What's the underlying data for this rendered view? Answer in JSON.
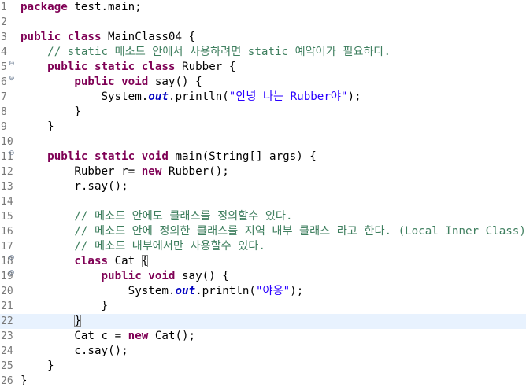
{
  "editor": {
    "language": "java",
    "current_line": 22,
    "lines": [
      {
        "num": "1",
        "fold": false,
        "tokens": [
          {
            "t": "kw",
            "v": "package"
          },
          {
            "t": "txt",
            "v": " test.main;"
          }
        ]
      },
      {
        "num": "2",
        "fold": false,
        "tokens": []
      },
      {
        "num": "3",
        "fold": false,
        "tokens": [
          {
            "t": "kw",
            "v": "public"
          },
          {
            "t": "txt",
            "v": " "
          },
          {
            "t": "kw",
            "v": "class"
          },
          {
            "t": "txt",
            "v": " MainClass04 {"
          }
        ]
      },
      {
        "num": "4",
        "fold": false,
        "tokens": [
          {
            "t": "txt",
            "v": "    "
          },
          {
            "t": "cm",
            "v": "// static 메소드 안에서 사용하려면 static 예약어가 필요하다."
          }
        ]
      },
      {
        "num": "5",
        "fold": true,
        "tokens": [
          {
            "t": "txt",
            "v": "    "
          },
          {
            "t": "kw",
            "v": "public"
          },
          {
            "t": "txt",
            "v": " "
          },
          {
            "t": "kw",
            "v": "static"
          },
          {
            "t": "txt",
            "v": " "
          },
          {
            "t": "kw",
            "v": "class"
          },
          {
            "t": "txt",
            "v": " Rubber {"
          }
        ]
      },
      {
        "num": "6",
        "fold": true,
        "tokens": [
          {
            "t": "txt",
            "v": "        "
          },
          {
            "t": "kw",
            "v": "public"
          },
          {
            "t": "txt",
            "v": " "
          },
          {
            "t": "kw",
            "v": "void"
          },
          {
            "t": "txt",
            "v": " say() {"
          }
        ]
      },
      {
        "num": "7",
        "fold": false,
        "tokens": [
          {
            "t": "txt",
            "v": "            System."
          },
          {
            "t": "fld",
            "v": "out"
          },
          {
            "t": "txt",
            "v": ".println("
          },
          {
            "t": "str",
            "v": "\"안녕 나는 Rubber야\""
          },
          {
            "t": "txt",
            "v": ");"
          }
        ]
      },
      {
        "num": "8",
        "fold": false,
        "tokens": [
          {
            "t": "txt",
            "v": "        }"
          }
        ]
      },
      {
        "num": "9",
        "fold": false,
        "tokens": [
          {
            "t": "txt",
            "v": "    }"
          }
        ]
      },
      {
        "num": "10",
        "fold": false,
        "tokens": []
      },
      {
        "num": "11",
        "fold": true,
        "tokens": [
          {
            "t": "txt",
            "v": "    "
          },
          {
            "t": "kw",
            "v": "public"
          },
          {
            "t": "txt",
            "v": " "
          },
          {
            "t": "kw",
            "v": "static"
          },
          {
            "t": "txt",
            "v": " "
          },
          {
            "t": "kw",
            "v": "void"
          },
          {
            "t": "txt",
            "v": " main(String[] args) {"
          }
        ]
      },
      {
        "num": "12",
        "fold": false,
        "tokens": [
          {
            "t": "txt",
            "v": "        Rubber r= "
          },
          {
            "t": "kw",
            "v": "new"
          },
          {
            "t": "txt",
            "v": " Rubber();"
          }
        ]
      },
      {
        "num": "13",
        "fold": false,
        "tokens": [
          {
            "t": "txt",
            "v": "        r.say();"
          }
        ]
      },
      {
        "num": "14",
        "fold": false,
        "tokens": []
      },
      {
        "num": "15",
        "fold": false,
        "tokens": [
          {
            "t": "txt",
            "v": "        "
          },
          {
            "t": "cm",
            "v": "// 메소드 안에도 클래스를 정의할수 있다."
          }
        ]
      },
      {
        "num": "16",
        "fold": false,
        "tokens": [
          {
            "t": "txt",
            "v": "        "
          },
          {
            "t": "cm",
            "v": "// 메소드 안에 정의한 클래스를 지역 내부 클래스 라고 한다. (Local Inner Class)"
          }
        ]
      },
      {
        "num": "17",
        "fold": false,
        "tokens": [
          {
            "t": "txt",
            "v": "        "
          },
          {
            "t": "cm",
            "v": "// 메소드 내부에서만 사용할수 있다."
          }
        ]
      },
      {
        "num": "18",
        "fold": true,
        "tokens": [
          {
            "t": "txt",
            "v": "        "
          },
          {
            "t": "kw",
            "v": "class"
          },
          {
            "t": "txt",
            "v": " Cat "
          },
          {
            "t": "br",
            "v": "{"
          }
        ]
      },
      {
        "num": "19",
        "fold": true,
        "tokens": [
          {
            "t": "txt",
            "v": "            "
          },
          {
            "t": "kw",
            "v": "public"
          },
          {
            "t": "txt",
            "v": " "
          },
          {
            "t": "kw",
            "v": "void"
          },
          {
            "t": "txt",
            "v": " say() {"
          }
        ]
      },
      {
        "num": "20",
        "fold": false,
        "tokens": [
          {
            "t": "txt",
            "v": "                System."
          },
          {
            "t": "fld",
            "v": "out"
          },
          {
            "t": "txt",
            "v": ".println("
          },
          {
            "t": "str",
            "v": "\"야옹\""
          },
          {
            "t": "txt",
            "v": ");"
          }
        ]
      },
      {
        "num": "21",
        "fold": false,
        "tokens": [
          {
            "t": "txt",
            "v": "            }"
          }
        ]
      },
      {
        "num": "22",
        "fold": false,
        "tokens": [
          {
            "t": "txt",
            "v": "        "
          },
          {
            "t": "br",
            "v": "}"
          }
        ]
      },
      {
        "num": "23",
        "fold": false,
        "tokens": [
          {
            "t": "txt",
            "v": "        Cat c = "
          },
          {
            "t": "kw",
            "v": "new"
          },
          {
            "t": "txt",
            "v": " Cat();"
          }
        ]
      },
      {
        "num": "24",
        "fold": false,
        "tokens": [
          {
            "t": "txt",
            "v": "        c.say();"
          }
        ]
      },
      {
        "num": "25",
        "fold": false,
        "tokens": [
          {
            "t": "txt",
            "v": "    }"
          }
        ]
      },
      {
        "num": "26",
        "fold": false,
        "tokens": [
          {
            "t": "txt",
            "v": "}"
          }
        ]
      }
    ]
  },
  "icons": {
    "fold": "collapse-fold-icon"
  },
  "colors": {
    "keyword": "#7f0055",
    "string": "#2a00ff",
    "comment": "#3f7f5f",
    "static_field": "#0000c0",
    "line_number": "#787878",
    "current_line_bg": "#e8f2fe"
  }
}
